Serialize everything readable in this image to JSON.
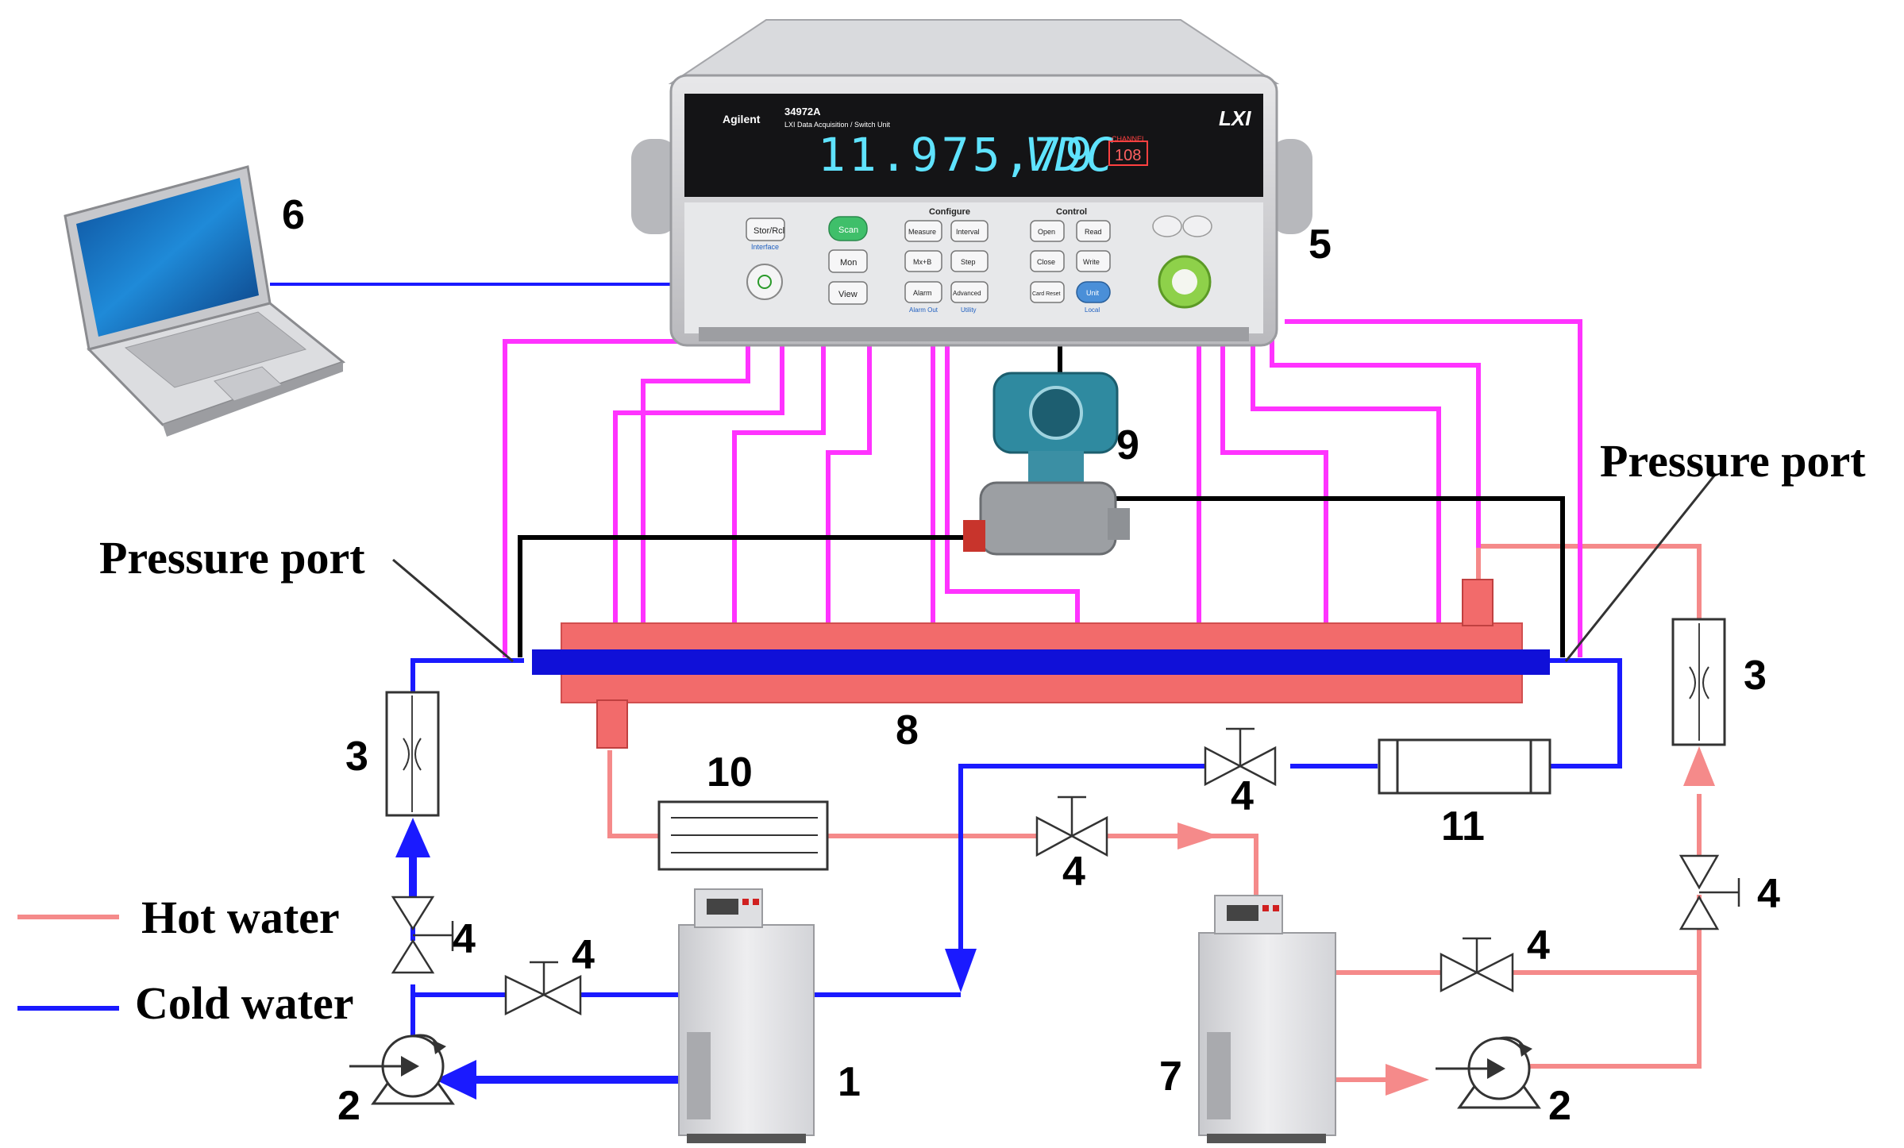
{
  "labels": {
    "n1": "1",
    "n2_left": "2",
    "n2_right": "2",
    "n3_left": "3",
    "n3_right": "3",
    "n4_a": "4",
    "n4_b": "4",
    "n4_c": "4",
    "n4_d": "4",
    "n4_e": "4",
    "n4_f": "4",
    "n5": "5",
    "n6": "6",
    "n7": "7",
    "n8": "8",
    "n9": "9",
    "n10": "10",
    "n11": "11",
    "pressure_port_left": "Pressure port",
    "pressure_port_right": "Pressure port"
  },
  "legend": {
    "hot": "Hot water",
    "cold": "Cold water"
  },
  "instrument": {
    "brand": "Agilent",
    "model": "34972A",
    "subtitle": "LXI Data Acquisition / Switch Unit",
    "logo": "LXI",
    "display_value": "11.975,79",
    "display_unit": "VDC",
    "channel": "108",
    "channel_caption": "CHANNEL",
    "group_configure": "Configure",
    "group_control": "Control",
    "btn_standby": "Stor/Rcl",
    "btn_interface": "Interface",
    "btn_scan": "Scan",
    "btn_mon": "Mon",
    "btn_view": "View",
    "btn_measure": "Measure",
    "btn_interval": "Interval",
    "btn_mxb": "Mx+B",
    "btn_step": "Step",
    "btn_alarm": "Alarm",
    "btn_advanced": "Advanced",
    "btn_alarm_out": "Alarm Out",
    "btn_utility": "Utility",
    "btn_open": "Open",
    "btn_read": "Read",
    "btn_close": "Close",
    "btn_write": "Write",
    "btn_card_reset": "Card Reset",
    "btn_unit": "Unit",
    "btn_local": "Local"
  },
  "colors": {
    "hot_water": "#f58a8a",
    "cold_water": "#1a1aff",
    "thermocouple_wire": "#ff33ff",
    "pressure_line": "#000000",
    "test_section_shell": "#f26b6b"
  }
}
